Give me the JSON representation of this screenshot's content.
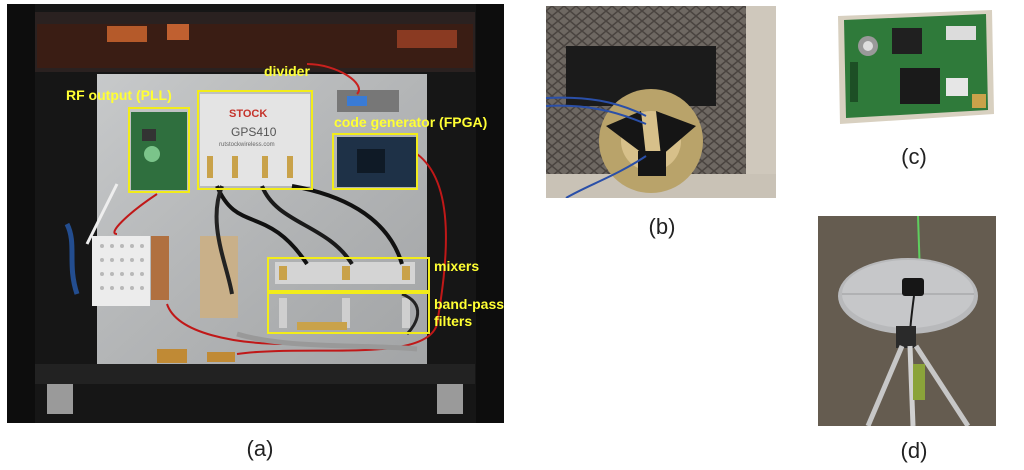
{
  "panels": {
    "a": {
      "caption": "(a)",
      "annotations": {
        "rf_output": "RF output (PLL)",
        "divider": "divider",
        "code_generator": "code generator (FPGA)",
        "mixers": "mixers",
        "band_pass_line1": "band-pass",
        "band_pass_line2": "filters"
      },
      "device_text": {
        "brand": "STOCK",
        "model": "GPS410",
        "site": "rutstockwireless.com"
      }
    },
    "b": {
      "caption": "(b)"
    },
    "c": {
      "caption": "(c)"
    },
    "d": {
      "caption": "(d)"
    }
  },
  "colors": {
    "annotation": "#ffff33",
    "box": "#f2ec1a"
  }
}
